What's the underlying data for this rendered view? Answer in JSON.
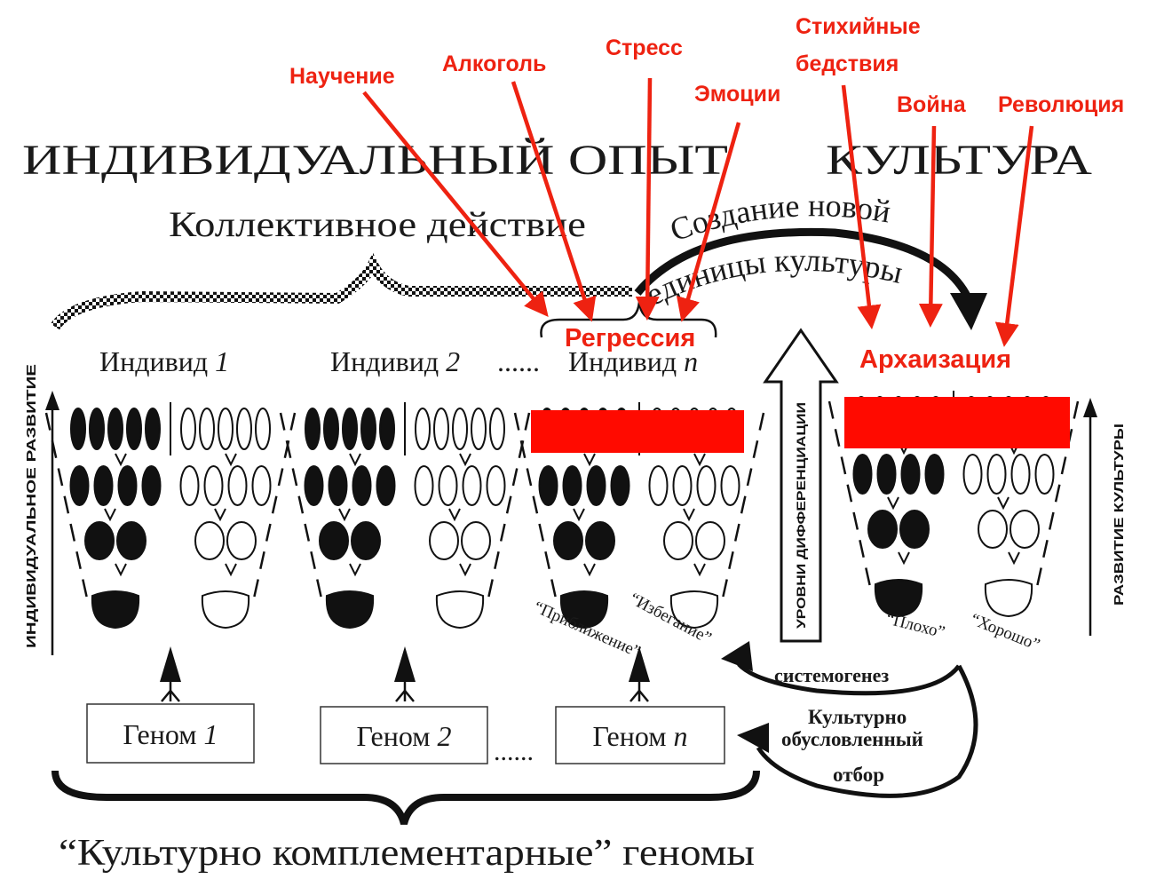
{
  "header": {
    "individual_experience": "ИНДИВИДУАЛЬНЫЙ ОПЫТ",
    "culture": "КУЛЬТУРА",
    "collective_action": "Коллективное действие",
    "new_unit_line1": "Создание новой",
    "new_unit_line2": "единицы культуры"
  },
  "factors": {
    "learning": "Научение",
    "alcohol": "Алкоголь",
    "stress": "Стресс",
    "emotions": "Эмоции",
    "disasters_line1": "Стихийные",
    "disasters_line2": "бедствия",
    "war": "Война",
    "revolution": "Революция"
  },
  "states": {
    "regression": "Регрессия",
    "archaization": "Архаизация"
  },
  "individuals": {
    "ind1_word": "Индивид",
    "ind1_num": "1",
    "ind2_word": "Индивид",
    "ind2_num": "2",
    "dots": "......",
    "indn_word": "Индивид",
    "indn_num": "n"
  },
  "genomes": {
    "g1_word": "Геном",
    "g1_num": "1",
    "g2_word": "Геном",
    "g2_num": "2",
    "dots": "......",
    "gn_word": "Геном",
    "gn_num": "n"
  },
  "labels": {
    "approach": "“Приближение”",
    "avoidance": "“Избегание”",
    "bad": "“Плохо”",
    "good": "“Хорошо”",
    "individual_development": "ИНДИВИДУАЛЬНОЕ РАЗВИТИЕ",
    "differentiation_levels": "УРОВНИ ДИФФЕРЕНЦИАЦИИ",
    "culture_development": "РАЗВИТИЕ КУЛЬТУРЫ",
    "systemogenesis": "системогенез",
    "selection_line1": "Культурно",
    "selection_line2": "обусловленный",
    "selection_line3": "отбор",
    "complementary_genomes": "“Культурно комплементарные” геномы"
  },
  "colors": {
    "accent_red": "#ee2211",
    "ink": "#1a1a1a"
  }
}
